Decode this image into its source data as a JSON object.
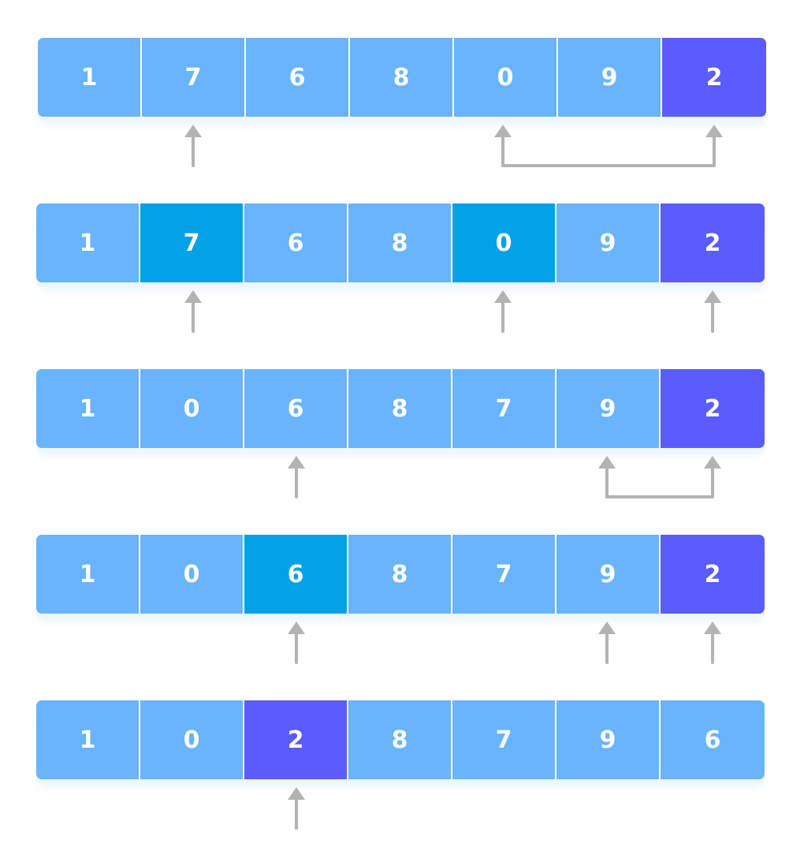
{
  "colors": {
    "normal": "#68b4fe",
    "swap": "#03a1e6",
    "pivot": "#5a5cfd",
    "arrow": "#b3b3b3",
    "text": "#ffffff"
  },
  "diagram": {
    "type": "quicksort-partition-steps",
    "rows": [
      {
        "cells": [
          {
            "value": "1",
            "state": "normal"
          },
          {
            "value": "7",
            "state": "normal"
          },
          {
            "value": "6",
            "state": "normal"
          },
          {
            "value": "8",
            "state": "normal"
          },
          {
            "value": "0",
            "state": "normal"
          },
          {
            "value": "9",
            "state": "normal"
          },
          {
            "value": "2",
            "state": "pivot"
          }
        ],
        "pointers": [
          1
        ],
        "connector": [
          4,
          6
        ]
      },
      {
        "cells": [
          {
            "value": "1",
            "state": "normal"
          },
          {
            "value": "7",
            "state": "swap"
          },
          {
            "value": "6",
            "state": "normal"
          },
          {
            "value": "8",
            "state": "normal"
          },
          {
            "value": "0",
            "state": "swap"
          },
          {
            "value": "9",
            "state": "normal"
          },
          {
            "value": "2",
            "state": "pivot"
          }
        ],
        "pointers": [
          1,
          4,
          6
        ],
        "connector": null
      },
      {
        "cells": [
          {
            "value": "1",
            "state": "normal"
          },
          {
            "value": "0",
            "state": "normal"
          },
          {
            "value": "6",
            "state": "normal"
          },
          {
            "value": "8",
            "state": "normal"
          },
          {
            "value": "7",
            "state": "normal"
          },
          {
            "value": "9",
            "state": "normal"
          },
          {
            "value": "2",
            "state": "pivot"
          }
        ],
        "pointers": [
          2
        ],
        "connector": [
          5,
          6
        ]
      },
      {
        "cells": [
          {
            "value": "1",
            "state": "normal"
          },
          {
            "value": "0",
            "state": "normal"
          },
          {
            "value": "6",
            "state": "swap"
          },
          {
            "value": "8",
            "state": "normal"
          },
          {
            "value": "7",
            "state": "normal"
          },
          {
            "value": "9",
            "state": "normal"
          },
          {
            "value": "2",
            "state": "pivot"
          }
        ],
        "pointers": [
          2,
          5,
          6
        ],
        "connector": null
      },
      {
        "cells": [
          {
            "value": "1",
            "state": "normal"
          },
          {
            "value": "0",
            "state": "normal"
          },
          {
            "value": "2",
            "state": "pivot"
          },
          {
            "value": "8",
            "state": "normal"
          },
          {
            "value": "7",
            "state": "normal"
          },
          {
            "value": "9",
            "state": "normal"
          },
          {
            "value": "6",
            "state": "normal"
          }
        ],
        "pointers": [
          2
        ],
        "connector": null
      }
    ]
  }
}
